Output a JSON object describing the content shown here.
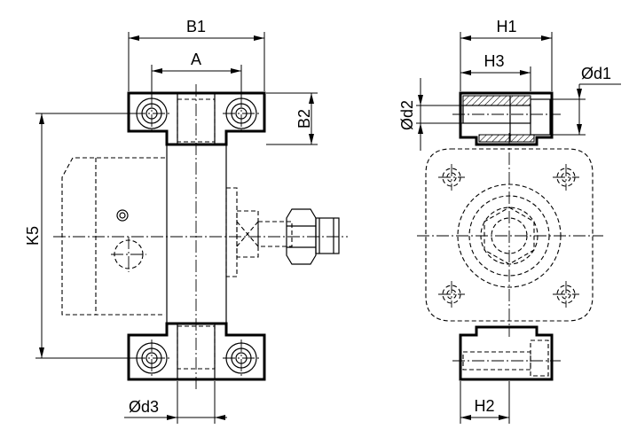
{
  "dimensions": {
    "B1": "B1",
    "A": "A",
    "B2": "B2",
    "K5": "K5",
    "d3": "Ød3",
    "H1": "H1",
    "H3": "H3",
    "d1": "Ød1",
    "d2": "Ød2",
    "H2": "H2"
  }
}
